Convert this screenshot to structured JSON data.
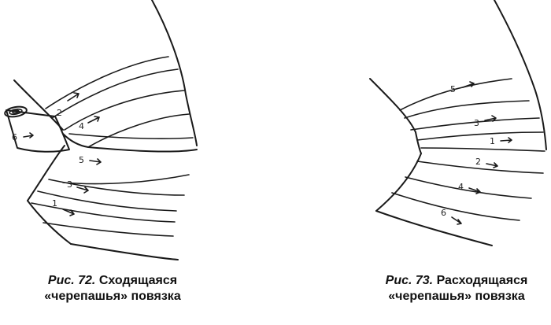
{
  "figures": [
    {
      "caption_ref": "Рис. 72.",
      "caption_title": "Сходящаяся",
      "caption_line2": "«черепашья» повязка",
      "turn_labels": [
        "6",
        "2",
        "4",
        "5",
        "3",
        "1"
      ]
    },
    {
      "caption_ref": "Рис. 73.",
      "caption_title": "Расходящаяся",
      "caption_line2": "«черепашья» повязка",
      "turn_labels": [
        "5",
        "3",
        "1",
        "2",
        "4",
        "6"
      ]
    }
  ]
}
